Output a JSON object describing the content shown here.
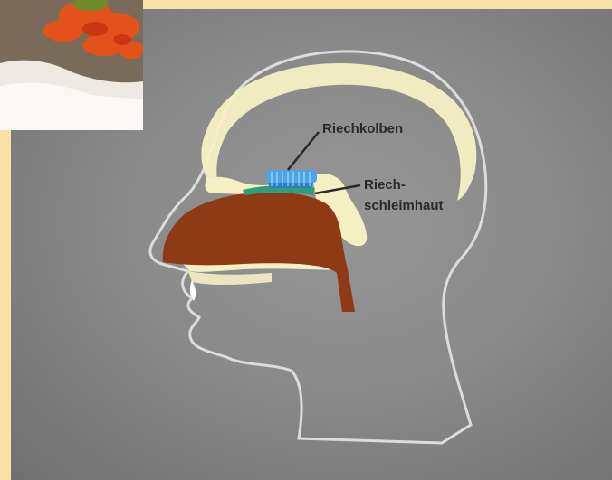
{
  "labels": {
    "riechkolben": "Riechkolben",
    "riech": "Riech-",
    "schleimhaut": "schleimhaut"
  },
  "colors": {
    "background_frame": "#f7e2a6",
    "bone": "#f5f0c4",
    "nasal_cavity": "#8e3a14",
    "olfactory_bulb": "#4aa6e8",
    "olfactory_mucosa": "#2f9e7a",
    "outline": "#d8d8d8"
  }
}
